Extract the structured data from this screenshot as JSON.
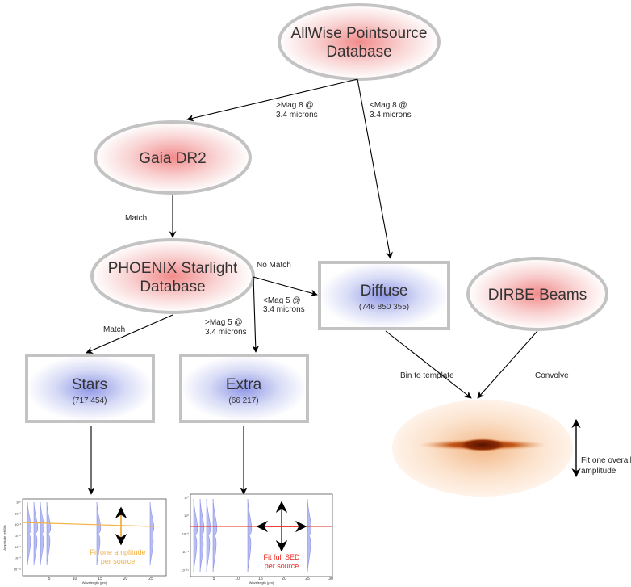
{
  "nodes": {
    "allwise": {
      "line1": "AllWise Pointsource",
      "line2": "Database"
    },
    "gaia": {
      "title": "Gaia DR2"
    },
    "phoenix": {
      "line1": "PHOENIX Starlight",
      "line2": "Database"
    },
    "diffuse": {
      "title": "Diffuse",
      "count": "(746 850 355)"
    },
    "dirbe": {
      "title": "DIRBE Beams"
    },
    "stars": {
      "title": "Stars",
      "count": "(717 454)"
    },
    "extra": {
      "title": "Extra",
      "count": "(66 217)"
    }
  },
  "edges": {
    "allwise_gaia": {
      "line1": ">Mag 8 @",
      "line2": "3.4 microns"
    },
    "allwise_diffuse": {
      "line1": "<Mag 8 @",
      "line2": "3.4 microns"
    },
    "gaia_phoenix": "Match",
    "phoenix_diffuse": "No Match",
    "phoenix_extra_gt": {
      "line1": ">Mag 5 @",
      "line2": "3.4 microns"
    },
    "phoenix_extra_lt": {
      "line1": "<Mag 5 @",
      "line2": "3.4 microns"
    },
    "phoenix_stars": "Match",
    "diffuse_template": "Bin to template",
    "dirbe_template": "Convolve"
  },
  "template": {
    "line1": "Fit one overall",
    "line2": "amplitude"
  },
  "plots": {
    "left": {
      "note_line1": "Fit one amplitude",
      "note_line2": "per source",
      "ylabel": "Amplitude ref(S/t)",
      "xlabel": "Wavelength (μm)",
      "xticks": [
        "5",
        "10",
        "15",
        "20",
        "25"
      ],
      "yticks": [
        "10⁰",
        "10⁻¹",
        "10⁻³",
        "10⁻⁵",
        "10⁻⁷",
        "10⁻⁹",
        "10⁻¹¹"
      ],
      "note_color": "#f5b041"
    },
    "right": {
      "note_line1": "Fit full SED",
      "note_line2": "per source",
      "xlabel": "Wavelength (μm)",
      "xticks": [
        "5",
        "10",
        "15",
        "20",
        "25",
        "30"
      ],
      "yticks": [
        "10⁰",
        "10⁰",
        "10⁻⁶",
        "10⁻¹",
        "10⁻¹⁴"
      ],
      "note_color": "#e8241c"
    }
  },
  "colors": {
    "node_border": "#c3c3c3",
    "ellipse_core": "#f28b8b",
    "box_core": "#8e96e6"
  }
}
